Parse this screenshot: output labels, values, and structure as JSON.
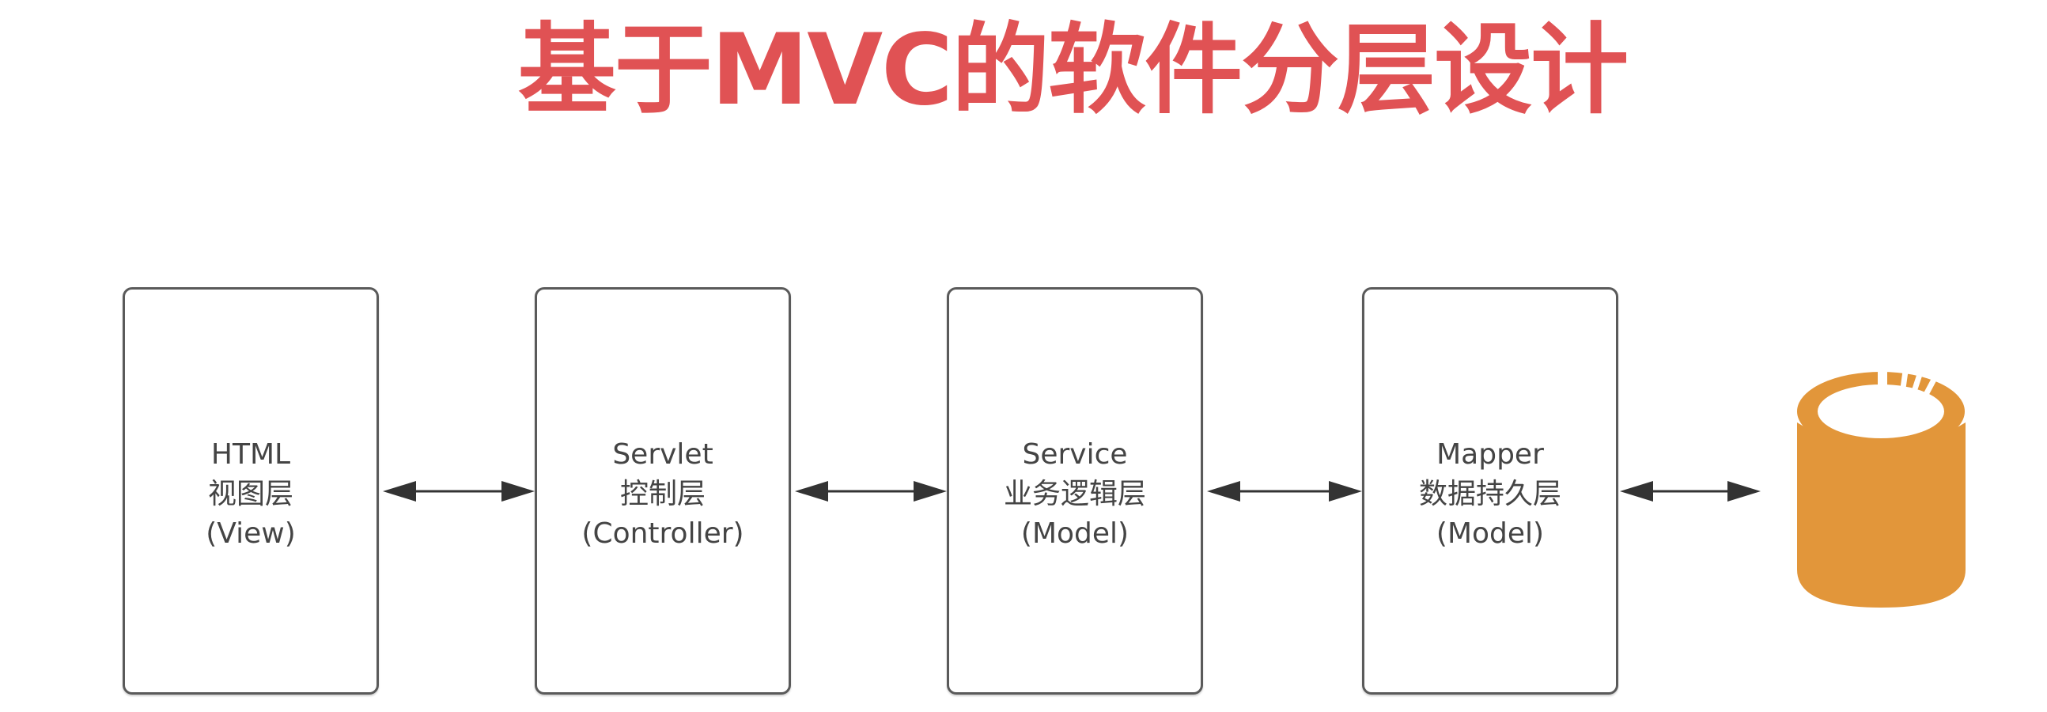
{
  "title": "基于MVC的软件分层设计",
  "colors": {
    "title": "#e05254",
    "box_border": "#5a5a5a",
    "text": "#444444",
    "arrow": "#333333",
    "database": "#e2963a"
  },
  "layers": [
    {
      "name": "HTML",
      "chinese": "视图层",
      "role": "(View)"
    },
    {
      "name": "Servlet",
      "chinese": "控制层",
      "role": "(Controller)"
    },
    {
      "name": "Service",
      "chinese": "业务逻辑层",
      "role": "(Model)"
    },
    {
      "name": "Mapper",
      "chinese": "数据持久层",
      "role": "(Model)"
    }
  ],
  "connectors": [
    {
      "from": "HTML",
      "to": "Servlet",
      "type": "bidirectional"
    },
    {
      "from": "Servlet",
      "to": "Service",
      "type": "bidirectional"
    },
    {
      "from": "Service",
      "to": "Mapper",
      "type": "bidirectional"
    },
    {
      "from": "Mapper",
      "to": "database",
      "type": "bidirectional"
    }
  ],
  "database": {
    "icon": "database-icon"
  }
}
